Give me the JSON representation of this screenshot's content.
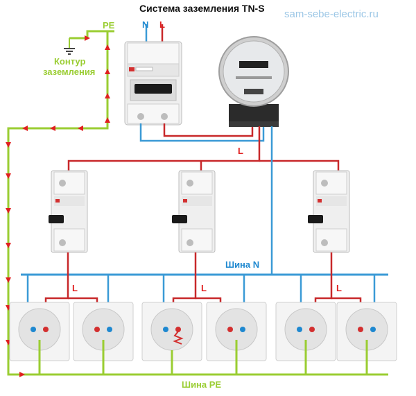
{
  "title": "Система заземления TN-S",
  "site": "sam-sebe-electric.ru",
  "labels": {
    "pe_top": "PE",
    "n_top": "N",
    "l_top": "L",
    "ground_loop": [
      "Контур",
      "заземления"
    ],
    "l_meter": "L",
    "bus_n": "Шина N",
    "bus_pe": "Шина PE",
    "l_branch": "L"
  },
  "colors": {
    "pe": "#9acd32",
    "n": "#3a9ad6",
    "l": "#c8282a",
    "arrow": "#e02020"
  }
}
